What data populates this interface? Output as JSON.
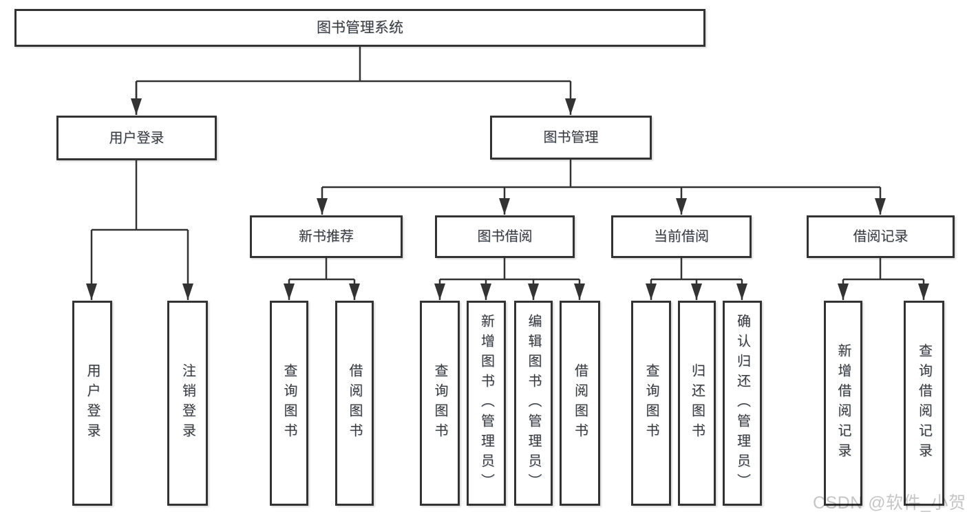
{
  "tree": {
    "root": "图书管理系统",
    "children": [
      {
        "label": "用户登录",
        "children": [
          "用户登录",
          "注销登录"
        ]
      },
      {
        "label": "图书管理",
        "children": [
          {
            "label": "新书推荐",
            "children": [
              "查询图书",
              "借阅图书"
            ]
          },
          {
            "label": "图书借阅",
            "children": [
              "查询图书",
              "新增图书（管理员）",
              "编辑图书（管理员）",
              "借阅图书"
            ]
          },
          {
            "label": "当前借阅",
            "children": [
              "查询图书",
              "归还图书",
              "确认归还（管理员）"
            ]
          },
          {
            "label": "借阅记录",
            "children": [
              "新增借阅记录",
              "查询借阅记录"
            ]
          }
        ]
      }
    ]
  },
  "watermark": "CSDN @软件_小贺同学",
  "colors": {
    "line": "#333333",
    "text": "#3a3a3a",
    "box_background": "#ffffff",
    "watermark": "#c6c6c6",
    "page_background": "#ffffff"
  }
}
